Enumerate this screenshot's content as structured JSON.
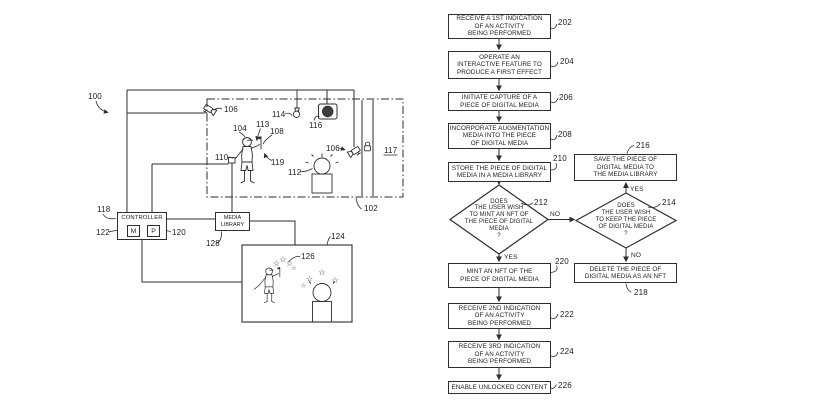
{
  "figure": {
    "background": "#ffffff",
    "ink": "#2e2e2e"
  },
  "system": {
    "ref_labels": {
      "system": "100",
      "environment": "102",
      "user": "104",
      "camera_left": "106",
      "camera_right": "106",
      "interactive_feature": "108",
      "user_device": "110",
      "orb": "112",
      "feature_tip": "113",
      "lamp": "114",
      "speaker": "116",
      "wall": "117",
      "controller": "118",
      "effect": "119",
      "processor": "120",
      "memory": "122",
      "display": "124",
      "augmentation_stars": "126",
      "media_library": "128"
    },
    "controller_box": {
      "label": "CONTROLLER",
      "memory": "M",
      "processor": "P"
    },
    "media_library_box": {
      "label": "MEDIA\nLIBRARY"
    }
  },
  "flowchart": {
    "steps": [
      {
        "ref": "202",
        "text": "RECEIVE A 1ST INDICATION\nOF AN ACTIVITY\nBEING PERFORMED"
      },
      {
        "ref": "204",
        "text": "OPERATE AN\nINTERACTIVE FEATURE TO\nPRODUCE A FIRST EFFECT"
      },
      {
        "ref": "206",
        "text": "INITIATE CAPTURE OF A\nPIECE OF DIGITAL MEDIA"
      },
      {
        "ref": "208",
        "text": "INCORPORATE AUGMENTATION\nMEDIA INTO THE PIECE\nOF DIGITAL MEDIA"
      },
      {
        "ref": "210",
        "text": "STORE THE PIECE OF DIGITAL\nMEDIA IN A MEDIA LIBRARY"
      },
      {
        "ref": "216",
        "text": "SAVE THE PIECE OF\nDIGITAL MEDIA TO\nTHE MEDIA LIBRARY"
      },
      {
        "ref": "218",
        "text": "DELETE THE PIECE OF\nDIGITAL MEDIA AS AN NFT"
      },
      {
        "ref": "220",
        "text": "MINT AN NFT OF THE\nPIECE OF DIGITAL MEDIA"
      },
      {
        "ref": "222",
        "text": "RECEIVE 2ND INDICATION\nOF AN ACTIVITY\nBEING PERFORMED"
      },
      {
        "ref": "224",
        "text": "RECEIVE 3RD INDICATION\nOF AN ACTIVITY\nBEING PERFORMED"
      },
      {
        "ref": "226",
        "text": "ENABLE UNLOCKED CONTENT"
      }
    ],
    "decisions": [
      {
        "ref": "212",
        "text": "DOES\nTHE USER WISH\nTO MINT AN NFT OF\nTHE PIECE OF DIGITAL\nMEDIA\n?"
      },
      {
        "ref": "214",
        "text": "DOES\nTHE USER WISH\nTO KEEP THE PIECE\nOF DIGITAL MEDIA\n?"
      }
    ],
    "edge_labels": {
      "yes": "YES",
      "no": "NO"
    }
  },
  "icons": {
    "star": "☆"
  }
}
